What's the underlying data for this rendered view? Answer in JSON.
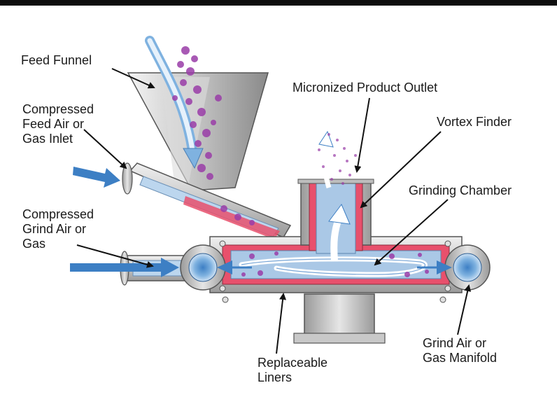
{
  "labels": {
    "feed_funnel": "Feed Funnel",
    "compressed_feed_air": "Compressed\nFeed Air or\nGas Inlet",
    "compressed_grind_air": "Compressed\nGrind Air or\nGas",
    "micronized_outlet": "Micronized Product Outlet",
    "vortex_finder": "Vortex Finder",
    "grinding_chamber": "Grinding Chamber",
    "grind_air_manifold": "Grind Air or\nGas Manifold",
    "replaceable_liners": "Replaceable\nLiners"
  },
  "colors": {
    "steel_light": "#d9d9d9",
    "steel_mid": "#b3b3b3",
    "steel_dark": "#8c8c8c",
    "liner_pink": "#e8506c",
    "chamber_blue": "#aac8e6",
    "flow_blue": "#3d7fc4",
    "particle_purple": "#9a3da8",
    "top_bar": "#0d0d0d"
  }
}
